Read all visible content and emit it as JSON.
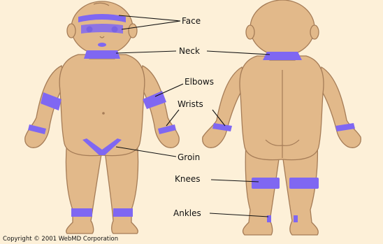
{
  "labels": {
    "face": "Face",
    "neck": "Neck",
    "elbows": "Elbows",
    "wrists": "Wrists",
    "groin": "Groin",
    "knees": "Knees",
    "ankles": "Ankles"
  },
  "copyright": "Copyright © 2001 WebMD Corporation",
  "colors": {
    "background": "#fdf0d8",
    "skin": "#e2b98a",
    "skin_outline": "#a57c57",
    "highlight": "#7f67f2",
    "text": "#111111"
  }
}
